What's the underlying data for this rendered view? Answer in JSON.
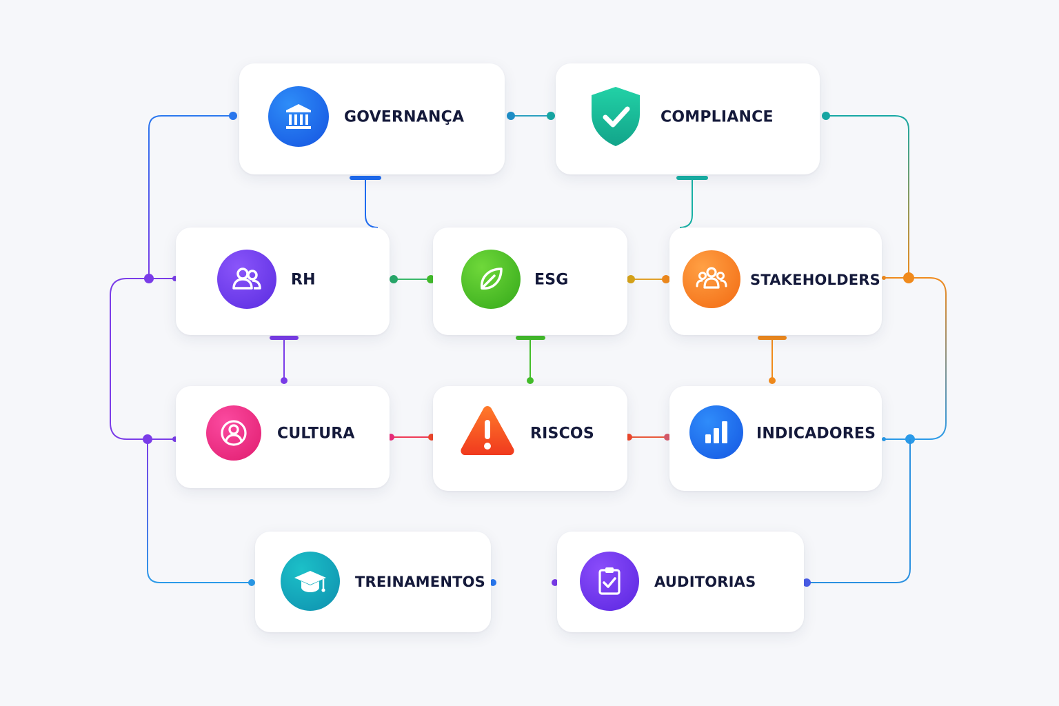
{
  "nodes": {
    "governanca": {
      "label": "GOVERNANÇA",
      "icon": "bank-icon",
      "color": "#1e6bf0"
    },
    "compliance": {
      "label": "COMPLIANCE",
      "icon": "shield-check-icon",
      "color": "#17b89a"
    },
    "rh": {
      "label": "RH",
      "icon": "users-icon",
      "color": "#6a3bf0"
    },
    "esg": {
      "label": "ESG",
      "icon": "leaf-icon",
      "color": "#46c21f"
    },
    "stakeholders": {
      "label": "STAKEHOLDERS",
      "icon": "group-icon",
      "color": "#f57a1e"
    },
    "cultura": {
      "label": "CULTURA",
      "icon": "person-circle-icon",
      "color": "#ec2c8a"
    },
    "riscos": {
      "label": "RISCOS",
      "icon": "warning-icon",
      "color": "#f2431e"
    },
    "indicadores": {
      "label": "INDICADORES",
      "icon": "bar-chart-icon",
      "color": "#1d6ff2"
    },
    "treinamentos": {
      "label": "TREINAMENTOS",
      "icon": "graduation-cap-icon",
      "color": "#11a0b8"
    },
    "auditorias": {
      "label": "AUDITORIAS",
      "icon": "clipboard-check-icon",
      "color": "#7a3cf0"
    }
  },
  "colors": {
    "background": "#f6f7fa",
    "text": "#14193a",
    "blue": "#2a78ef",
    "teal": "#17a8a4",
    "purple": "#7a3ce8",
    "green": "#43bd2a",
    "orange": "#f08a1c",
    "red": "#f0472a",
    "pink": "#ec2c7a",
    "sky": "#2a9ae8"
  }
}
